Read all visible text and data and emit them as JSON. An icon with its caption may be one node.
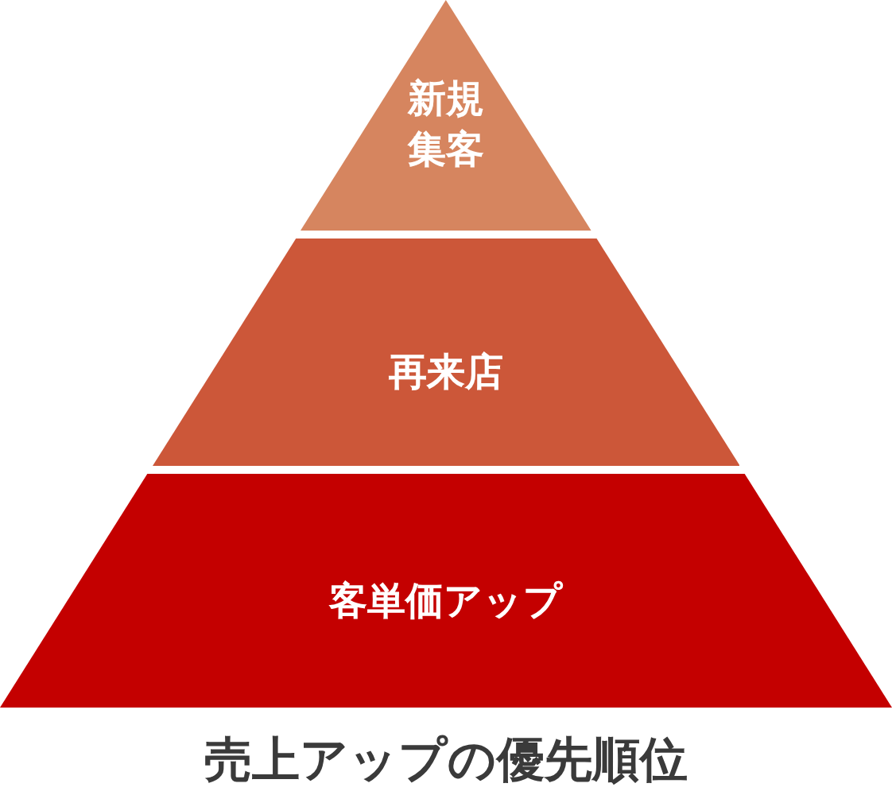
{
  "diagram": {
    "nodes": [
      {
        "text": [
          "新規集客"
        ]
      },
      {
        "text": [
          "再来店"
        ]
      },
      {
        "text": [
          "客単価アップ"
        ]
      }
    ],
    "caption": "売上アップの優先順位"
  }
}
